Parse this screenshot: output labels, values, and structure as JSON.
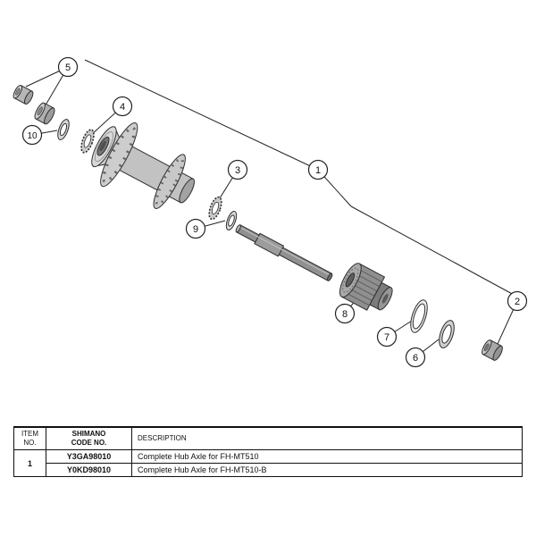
{
  "diagram": {
    "callouts": [
      {
        "label": "1"
      },
      {
        "label": "2"
      },
      {
        "label": "3"
      },
      {
        "label": "4"
      },
      {
        "label": "5"
      },
      {
        "label": "6"
      },
      {
        "label": "7"
      },
      {
        "label": "8"
      },
      {
        "label": "9"
      },
      {
        "label": "10"
      }
    ]
  },
  "table": {
    "headers": {
      "item_line1": "ITEM",
      "item_line2": "NO.",
      "code_line1": "SHIMANO",
      "code_line2": "CODE NO.",
      "description": "DESCRIPTION"
    },
    "rows": [
      {
        "item": "1",
        "code": "Y3GA98010",
        "description": "Complete Hub Axle for FH-MT510"
      },
      {
        "item": "",
        "code": "Y0KD98010",
        "description": "Complete Hub Axle for FH-MT510-B"
      }
    ]
  }
}
